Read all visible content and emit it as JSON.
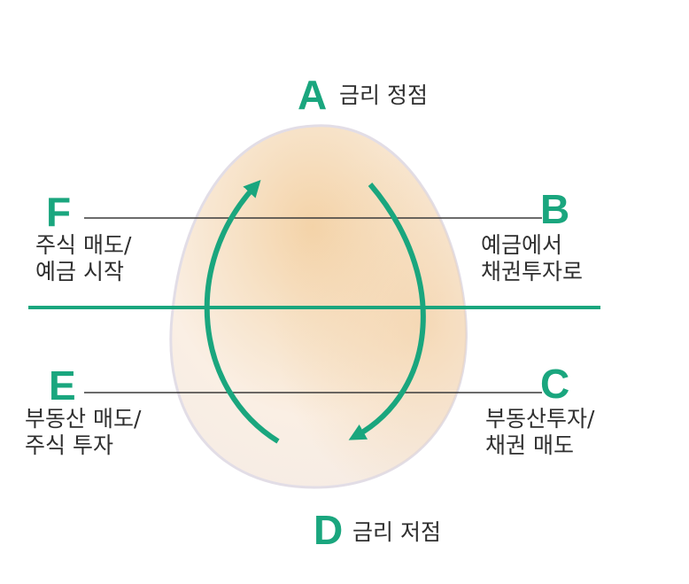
{
  "colors": {
    "accent_green": "#1aa67e",
    "arrow_green": "#1aa67e",
    "line_dark": "#3a3a3a",
    "text": "#2f2f2f",
    "egg_light": "#fbf4ee",
    "egg_warm": "#f2cfa3",
    "egg_outline": "#e2dde6"
  },
  "points": {
    "A": {
      "letter": "A",
      "lines": [
        "금리 정점"
      ]
    },
    "B": {
      "letter": "B",
      "lines": [
        "예금에서",
        "채권투자로"
      ]
    },
    "C": {
      "letter": "C",
      "lines": [
        "부동산투자/",
        "채권 매도"
      ]
    },
    "D": {
      "letter": "D",
      "lines": [
        "금리 저점"
      ]
    },
    "E": {
      "letter": "E",
      "lines": [
        "부동산 매도/",
        "주식 투자"
      ]
    },
    "F": {
      "letter": "F",
      "lines": [
        "주식 매도/",
        "예금 시작"
      ]
    }
  }
}
